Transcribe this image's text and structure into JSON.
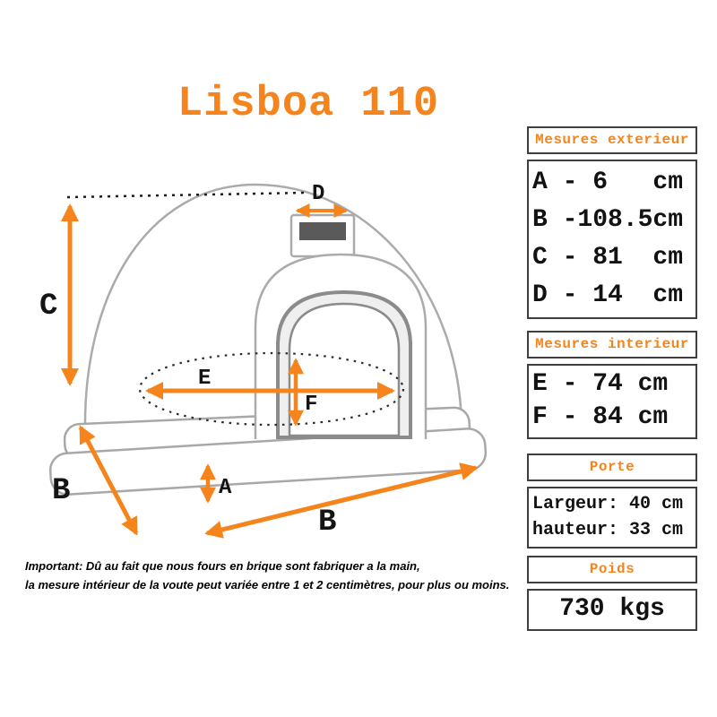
{
  "title": "Lisboa 110",
  "colors": {
    "accent": "#F5841C",
    "outline": "#ABABAB",
    "border": "#3F3F3F",
    "text": "#121212"
  },
  "diagram": {
    "labels": {
      "a": "A",
      "b_left": "B",
      "b_bottom": "B",
      "c": "C",
      "d": "D",
      "e": "E",
      "f": "F"
    }
  },
  "panels": [
    {
      "title": "Mesures exterieur",
      "lines": [
        "A - 6   cm",
        "B -108.5cm",
        "C - 81  cm",
        "D - 14  cm"
      ]
    },
    {
      "title": "Mesures interieur",
      "lines": [
        "E - 74 cm",
        "F - 84 cm"
      ]
    },
    {
      "title": "Porte",
      "lines": [
        "Largeur: 40 cm",
        "hauteur: 33 cm"
      ]
    },
    {
      "title": "Poids",
      "lines": [
        "730 kgs"
      ]
    }
  ],
  "note": {
    "label": "Important:",
    "line1": " Dû au fait que nous fours en brique sont fabriquer a la main,",
    "line2": "la mesure intérieur de la voute peut variée entre 1 et 2 centimètres, pour plus ou moins."
  }
}
